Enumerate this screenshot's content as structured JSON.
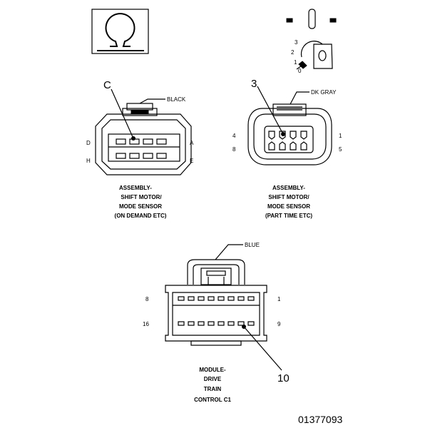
{
  "figure_id": "01377093",
  "ignition_positions": [
    "3",
    "2",
    "1",
    "0"
  ],
  "connector_black": {
    "color_label": "BLACK",
    "callout": "C",
    "pin_top_left": "D",
    "pin_top_right": "A",
    "pin_bottom_left": "H",
    "pin_bottom_right": "E",
    "caption": [
      "ASSEMBLY-",
      "SHIFT MOTOR/",
      "MODE SENSOR",
      "(ON DEMAND ETC)"
    ]
  },
  "connector_dkgray": {
    "color_label": "DK GRAY",
    "callout": "3",
    "pin_top_left": "4",
    "pin_top_right": "1",
    "pin_bottom_left": "8",
    "pin_bottom_right": "5",
    "caption": [
      "ASSEMBLY-",
      "SHIFT MOTOR/",
      "MODE SENSOR",
      "(PART TIME ETC)"
    ]
  },
  "connector_blue": {
    "color_label": "BLUE",
    "callout": "10",
    "pin_top_left": "8",
    "pin_top_right": "1",
    "pin_bottom_left": "16",
    "pin_bottom_right": "9",
    "caption": [
      "MODULE-",
      "DRIVE",
      "TRAIN",
      "CONTROL C1"
    ]
  }
}
